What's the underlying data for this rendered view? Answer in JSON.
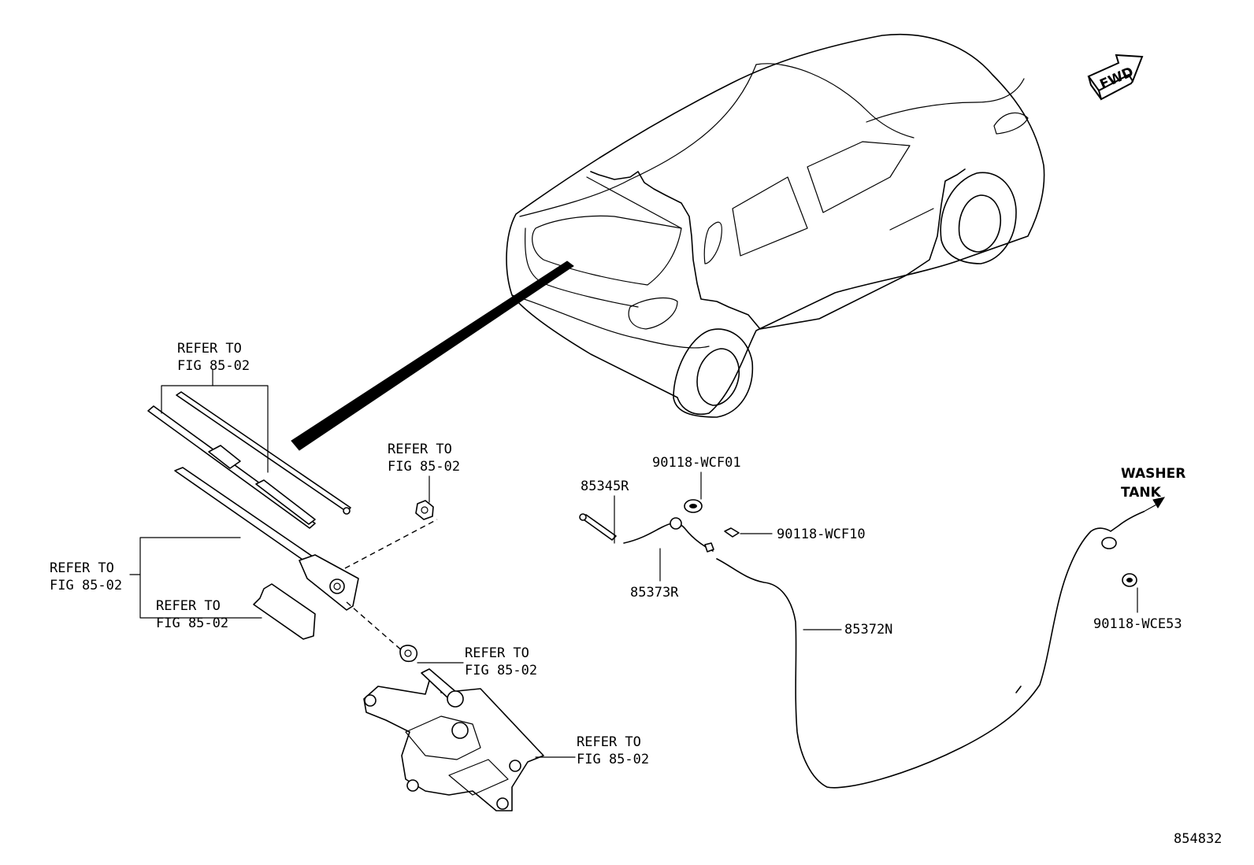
{
  "labels": {
    "refer_blade": [
      "REFER TO",
      "FIG 85-02"
    ],
    "refer_arm": [
      "REFER TO",
      "FIG 85-02"
    ],
    "refer_cover": [
      "REFER TO",
      "FIG 85-02"
    ],
    "refer_nut": [
      "REFER TO",
      "FIG 85-02"
    ],
    "refer_cap": [
      "REFER TO",
      "FIG 85-02"
    ],
    "refer_motor": [
      "REFER TO",
      "FIG 85-02"
    ],
    "part_85345R": "85345R",
    "part_85373R": "85373R",
    "part_85372N": "85372N",
    "part_wcf01": "90118-WCF01",
    "part_wcf10": "90118-WCF10",
    "part_wce53": "90118-WCE53",
    "washer_tank": [
      "WASHER",
      "TANK"
    ],
    "fwd": "FWD",
    "figure_number": "854832"
  }
}
